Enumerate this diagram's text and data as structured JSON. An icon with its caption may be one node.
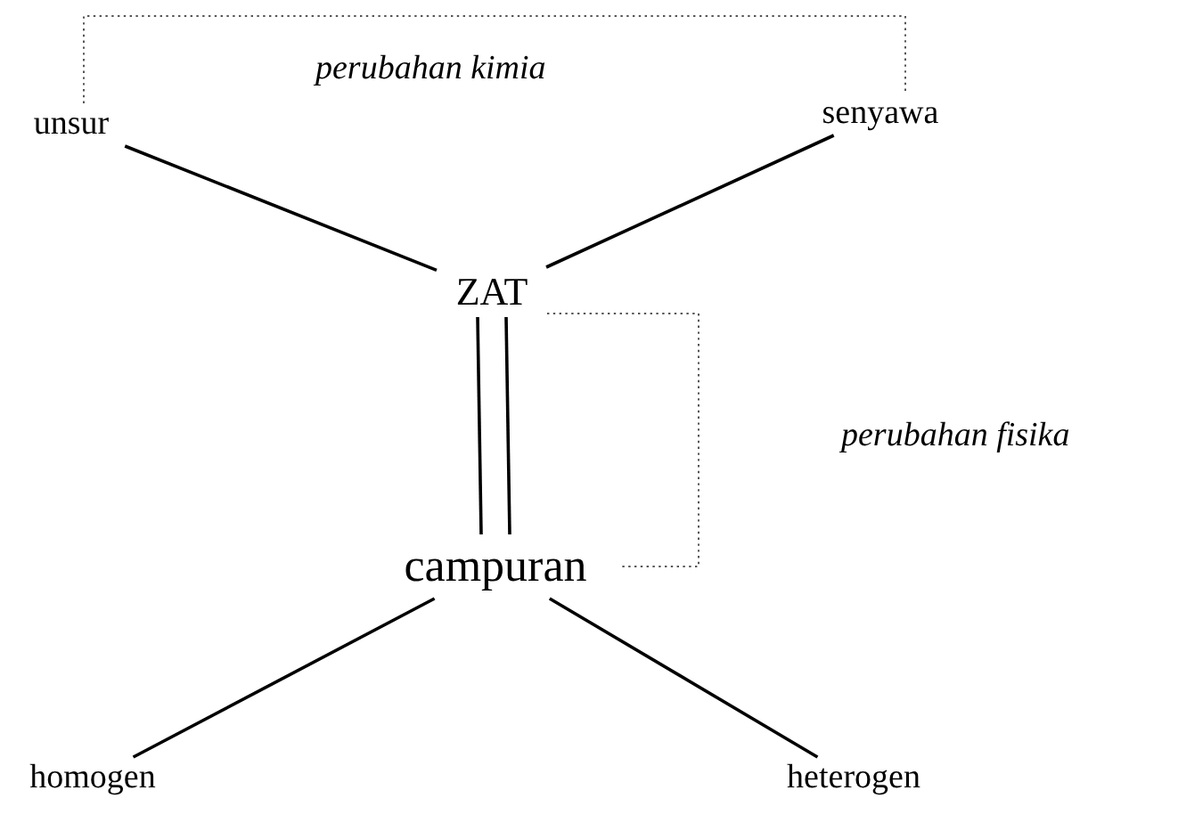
{
  "diagram": {
    "nodes": [
      {
        "text": [
          "unsur"
        ]
      },
      {
        "text": [
          "senyawa"
        ]
      },
      {
        "text": [
          "ZAT"
        ]
      },
      {
        "text": [
          "campuran"
        ]
      },
      {
        "text": [
          "homogen"
        ]
      },
      {
        "text": [
          "heterogen"
        ]
      }
    ],
    "edges": [
      {
        "from": 0,
        "to": 2,
        "arrow": "none"
      },
      {
        "from": 1,
        "to": 2,
        "arrow": "none"
      },
      {
        "from": 2,
        "to": 3,
        "arrow": "none"
      },
      {
        "from": 2,
        "to": 3,
        "arrow": "none"
      },
      {
        "from": 3,
        "to": 4,
        "arrow": "none"
      },
      {
        "from": 3,
        "to": 5,
        "arrow": "none"
      },
      {
        "from": 0,
        "to": 1,
        "arrow": "none",
        "style": "dashed"
      },
      {
        "from": 2,
        "to": 3,
        "arrow": "none",
        "style": "dashed"
      }
    ],
    "labels": [
      "perubahan kimia",
      "perubahan fisika"
    ]
  }
}
